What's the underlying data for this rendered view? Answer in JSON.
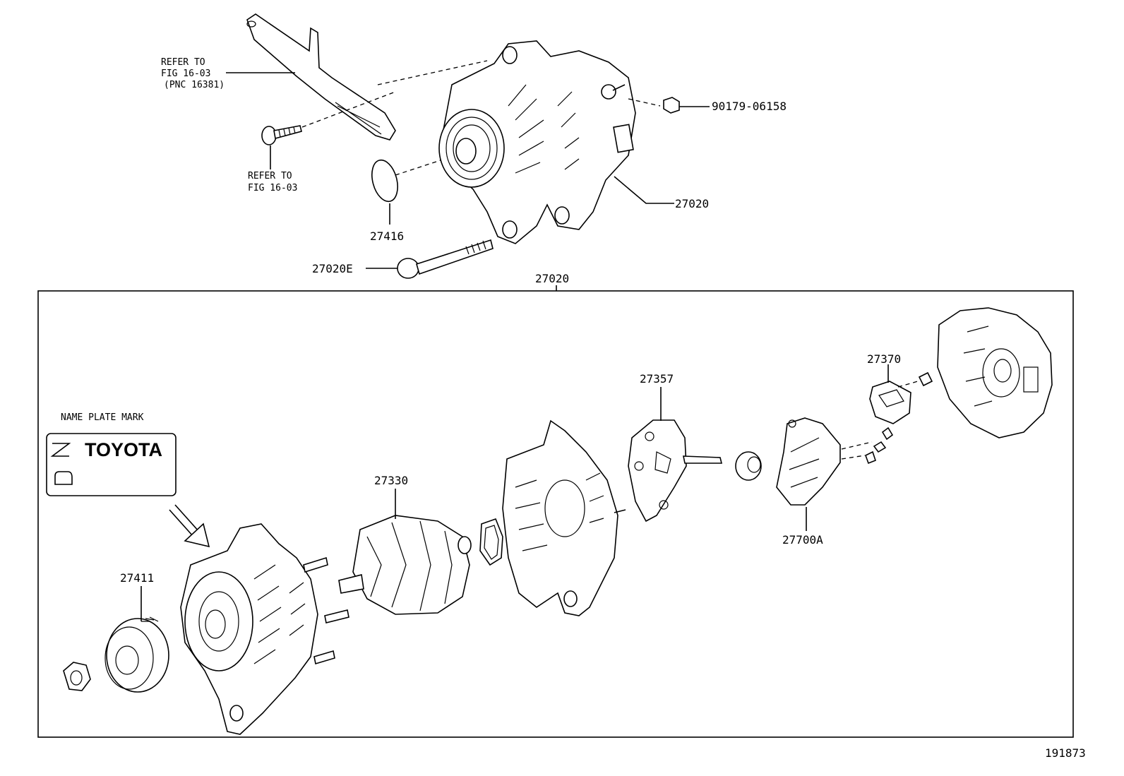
{
  "refs": {
    "bracket_line1": "REFER TO",
    "bracket_line2": "FIG 16-03",
    "bracket_line3": "(PNC 16381)",
    "bolt_line1": "REFER TO",
    "bolt_line2": "FIG 16-03"
  },
  "callouts": {
    "nut_top": "90179-06158",
    "alternator_assy": "27020",
    "cover_plate": "27416",
    "through_bolt": "27020E",
    "frame_label": "27020",
    "pulley": "27411",
    "rotor": "27330",
    "rectifier": "27357",
    "regulator": "27700A",
    "brush_holder": "27370"
  },
  "name_plate": {
    "title": "NAME PLATE MARK",
    "brand": "TOYOTA"
  },
  "figure_number": "191873",
  "icons": [
    "alternator-icon",
    "bracket-icon",
    "bolt-icon",
    "nut-icon",
    "pulley-icon",
    "rotor-icon",
    "frame-icon",
    "rectifier-icon",
    "regulator-icon",
    "brush-holder-icon",
    "rear-cover-icon",
    "arrow-icon"
  ]
}
